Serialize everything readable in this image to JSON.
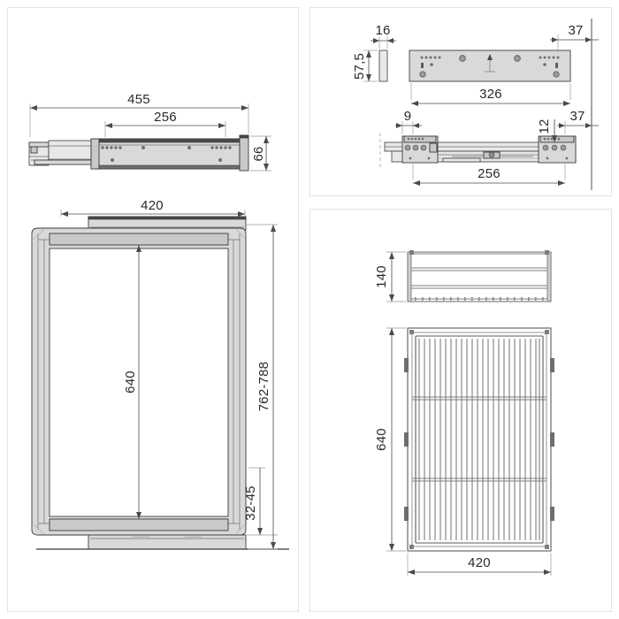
{
  "drawing": {
    "title": "Pull-out wire basket assembly technical drawing",
    "units": "mm",
    "line_color": "#3a3a3a",
    "fill_color": "#d9d9d9",
    "dim_text_color": "#2a2a2a",
    "panel_border_color": "#e3e3e3"
  },
  "panels": {
    "left": {
      "name": "slide-and-frame-elevation",
      "views": {
        "slide_side": {
          "name": "drawer-slide-side-view",
          "dims": {
            "total_length": "455",
            "mounting_span": "256",
            "height": "66"
          }
        },
        "frame_front": {
          "name": "pull-out-frame-front-view",
          "dims": {
            "width": "420",
            "inner_height": "640",
            "overall_height_range": "762-788",
            "base_adjust_range": "32-45"
          }
        }
      }
    },
    "top_right": {
      "name": "mounting-plate-detail",
      "views": {
        "plate_front": {
          "name": "mounting-plate-front-view",
          "dims": {
            "thickness": "16",
            "height": "57,5",
            "length": "326",
            "edge_offset": "37"
          }
        },
        "slide_plan": {
          "name": "slide-rail-plan-view",
          "dims": {
            "front_offset": "9",
            "rear_offset": "12",
            "edge_offset": "37",
            "span": "256"
          }
        }
      }
    },
    "bottom_right": {
      "name": "wire-basket-views",
      "views": {
        "basket_side": {
          "name": "wire-basket-side-view",
          "dims": {
            "height": "140"
          }
        },
        "basket_plan": {
          "name": "wire-basket-plan-view",
          "dims": {
            "depth": "640",
            "width": "420"
          }
        }
      }
    }
  },
  "dimension_labels": {
    "d455": "455",
    "d256": "256",
    "d66": "66",
    "d420_frame": "420",
    "d640_frame": "640",
    "d762_788": "762-788",
    "d32_45": "32-45",
    "d16": "16",
    "d57_5": "57,5",
    "d326": "326",
    "d37_top": "37",
    "d37_bottom": "37",
    "d9": "9",
    "d12": "12",
    "d256_plan": "256",
    "d140": "140",
    "d640_basket": "640",
    "d420_basket": "420"
  }
}
